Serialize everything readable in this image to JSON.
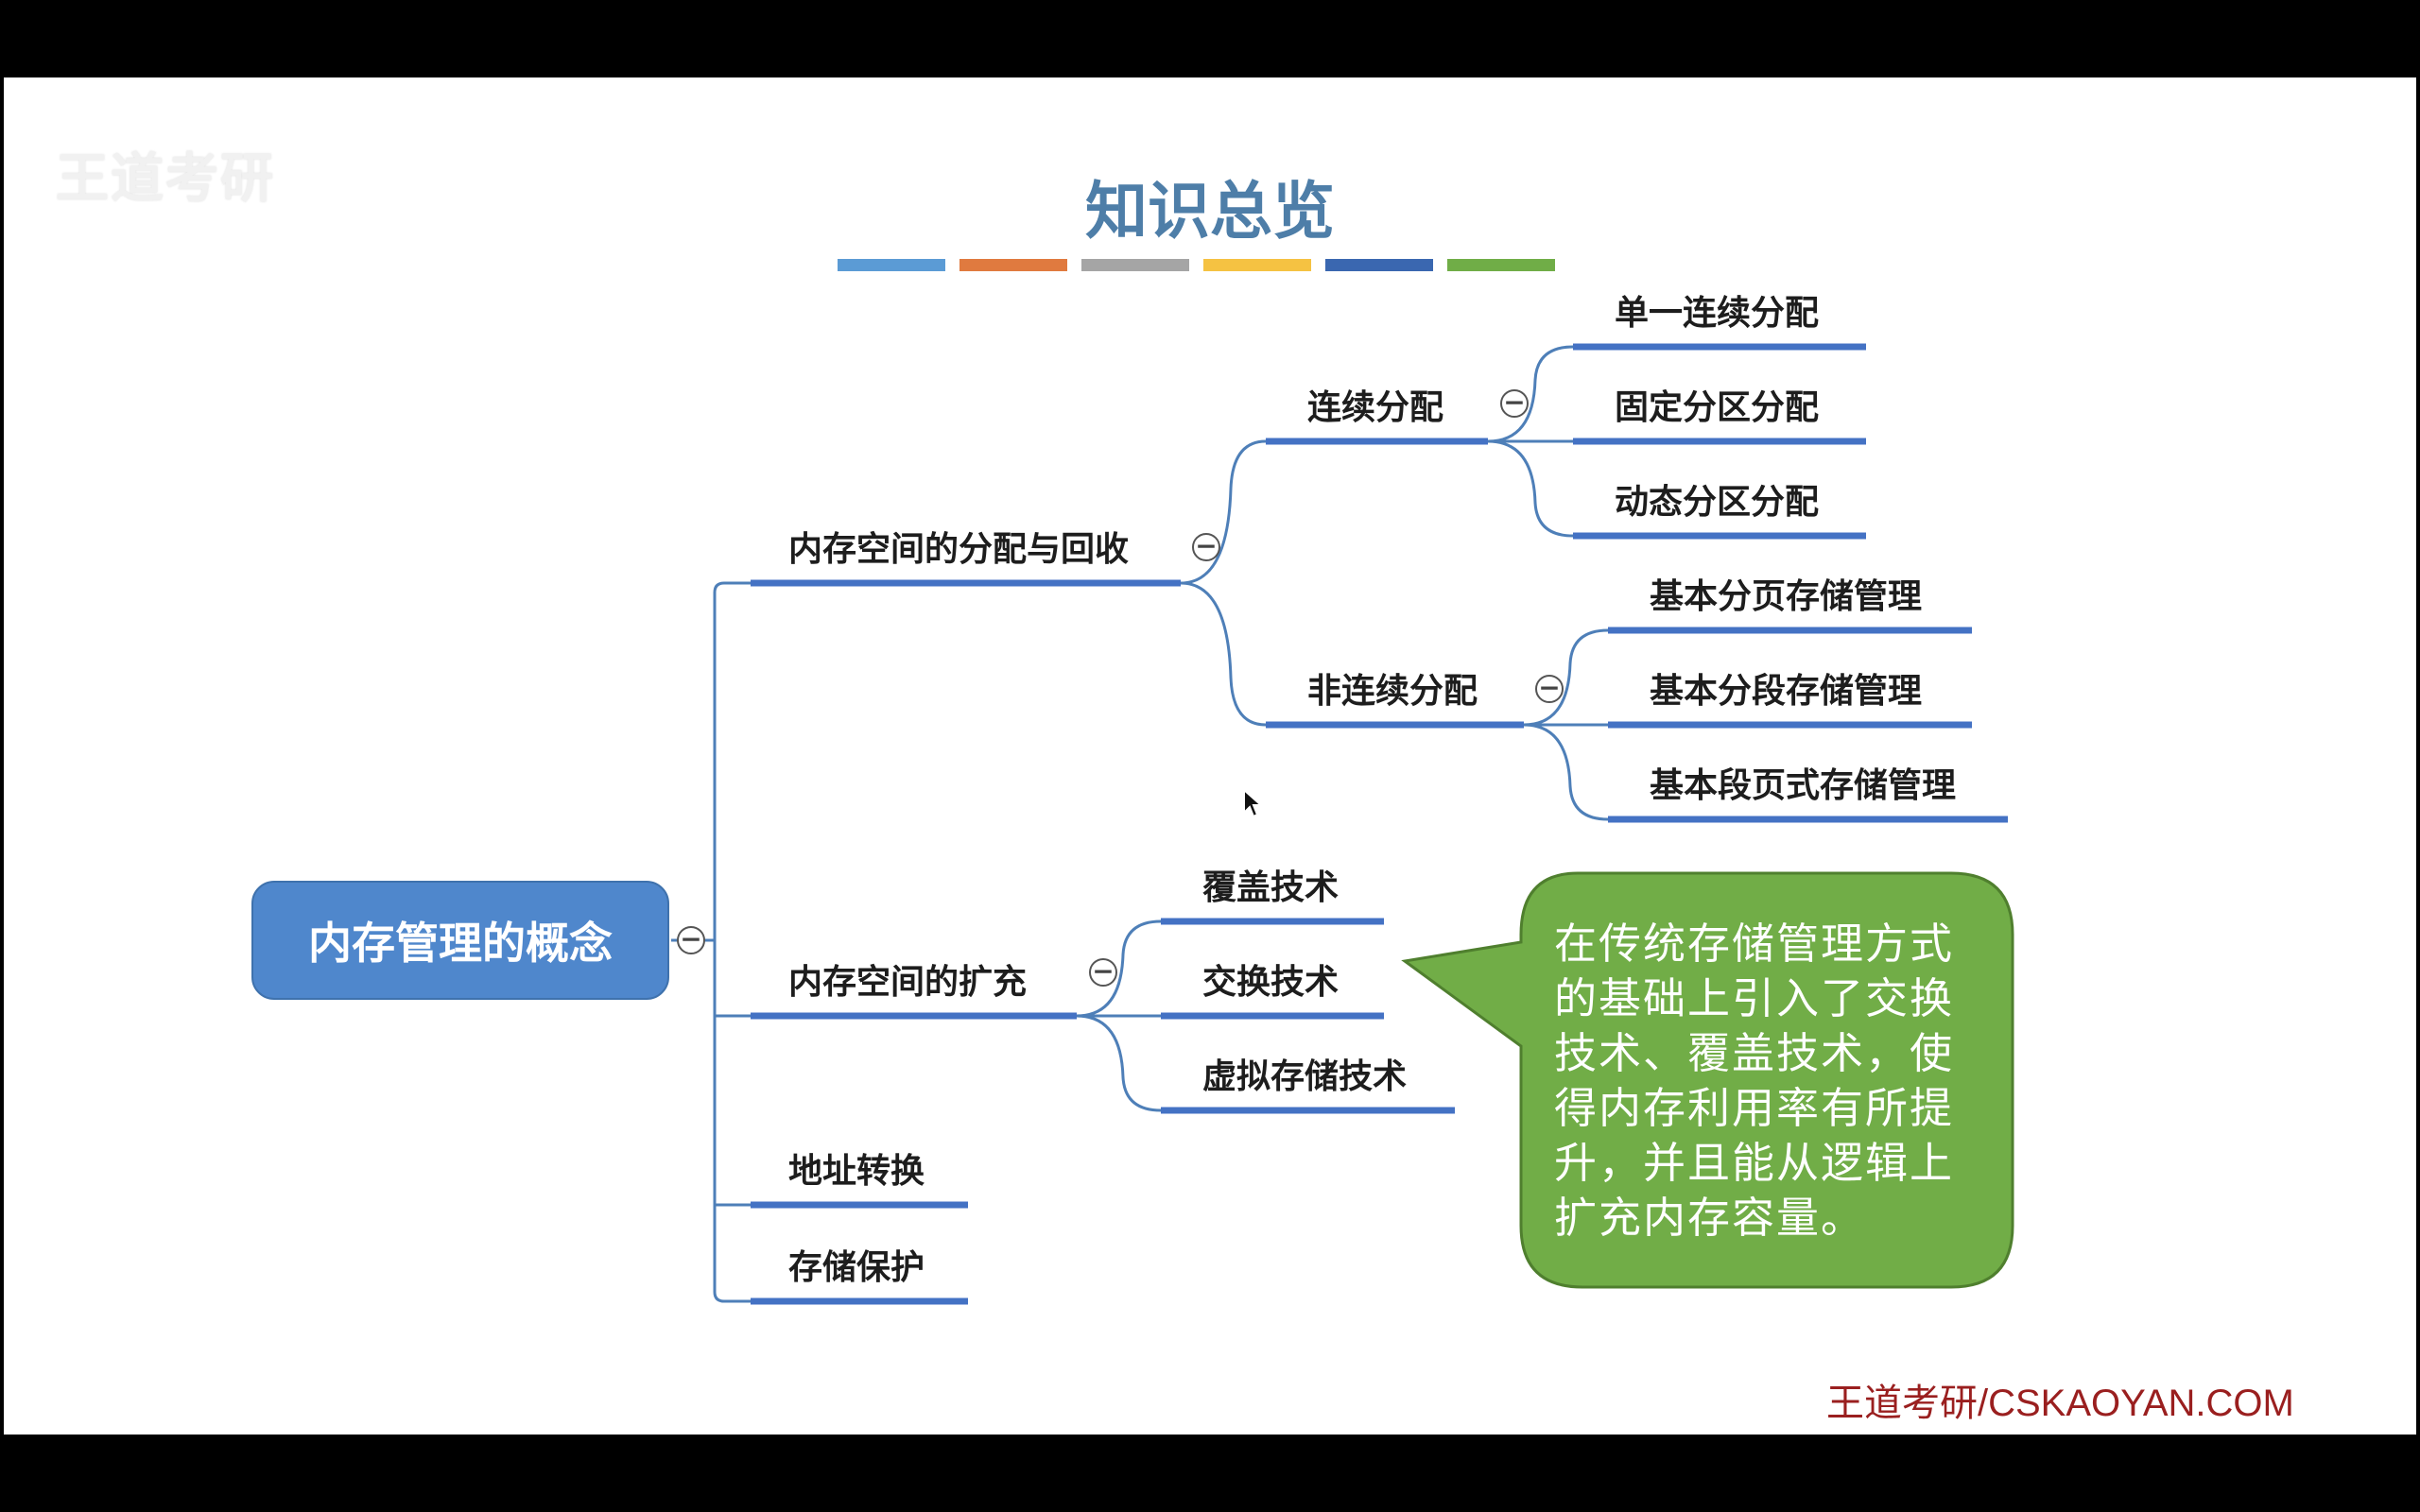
{
  "slide": {
    "title": "知识总览",
    "watermark": "王道考研",
    "footer": "王道考研/CSKAOYAN.COM",
    "color_bars": [
      "#5b9bd5",
      "#e07a3f",
      "#a5a5a5",
      "#f5c242",
      "#3a67b0",
      "#70ad47"
    ],
    "colors": {
      "node_blue": "#4f87cc",
      "line_blue": "#4472c4",
      "callout_green": "#71ad47"
    }
  },
  "mindmap": {
    "root": "内存管理的概念",
    "branches": [
      {
        "label": "内存空间的分配与回收",
        "children": [
          {
            "label": "连续分配",
            "children": [
              "单一连续分配",
              "固定分区分配",
              "动态分区分配"
            ]
          },
          {
            "label": "非连续分配",
            "children": [
              "基本分页存储管理",
              "基本分段存储管理",
              "基本段页式存储管理"
            ]
          }
        ]
      },
      {
        "label": "内存空间的扩充",
        "children": [
          "覆盖技术",
          "交换技术",
          "虚拟存储技术"
        ]
      },
      {
        "label": "地址转换"
      },
      {
        "label": "存储保护"
      }
    ],
    "toggle_symbol": "−",
    "callout": "在传统存储管理方式的基础上引入了交换技术、覆盖技术，使得内存利用率有所提升，并且能从逻辑上扩充内存容量。"
  }
}
